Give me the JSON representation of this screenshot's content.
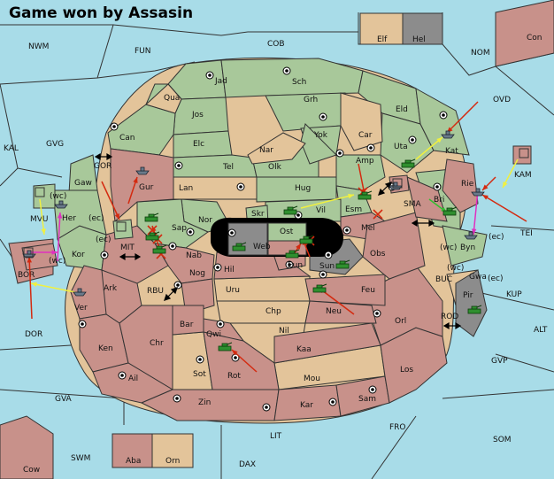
{
  "title": "Game won by Assasin",
  "colors": {
    "sea": "#a8dce8",
    "green": "#a8c89a",
    "tan": "#e3c49a",
    "rose": "#c8918a",
    "grey": "#8c8c8c",
    "border": "#333333",
    "arrow_red": "#d42a10",
    "arrow_yellow": "#f0f040",
    "arrow_pink": "#e030c0",
    "arrow_green": "#30c030"
  },
  "labels": {
    "nwm": "NWM",
    "fun": "FUN",
    "cob": "COB",
    "nom": "NOM",
    "con": "Con",
    "elf": "Elf",
    "hel": "Hel",
    "ovd": "OVD",
    "kal": "KAL",
    "gvg": "GVG",
    "kam": "KAM",
    "tei": "TEI",
    "mvu": "MVU",
    "bor": "BOR",
    "dor": "DOR",
    "gva": "GVA",
    "swm": "SWM",
    "cow": "Cow",
    "aba": "Aba",
    "orn": "Orn",
    "dax": "DAX",
    "lit": "LIT",
    "fro": "FRO",
    "som": "SOM",
    "gvp": "GVP",
    "alt": "ALT",
    "kup": "KUP",
    "rod": "ROD",
    "buc": "BUC",
    "pir": "Pir",
    "gwa": "Gwa",
    "gwa_ec": "(ec)",
    "buc_wc": "(wc)",
    "byn": "Byn",
    "byn_ec": "(ec)",
    "byn_wc": "(wc)",
    "rie": "Rie",
    "bri": "Bri",
    "sma": "SMA",
    "kat": "Kat",
    "uta": "Uta",
    "eld": "Eld",
    "ovd2": "",
    "jad": "Jad",
    "sch": "Sch",
    "qua": "Qua",
    "jos": "Jos",
    "grh": "Grh",
    "can": "Can",
    "elc": "Elc",
    "nar": "Nar",
    "yok": "Yok",
    "car": "Car",
    "amp": "Amp",
    "tel": "Tel",
    "olk": "Olk",
    "gor": "GOR",
    "gaw": "Gaw",
    "gur": "Gur",
    "lan": "Lan",
    "hug": "Hug",
    "esm": "Esm",
    "vil": "Vil",
    "her": "Her",
    "her_wc": "(wc)",
    "her_ec": "(ec)",
    "nor": "Nor",
    "skr": "Skr",
    "sap": "Sap",
    "web": "Web",
    "ost": "Ost",
    "mel": "Mel",
    "kor": "Kor",
    "kor_ec": "(ec)",
    "kor_wc": "(wc)",
    "mit": "MIT",
    "nab": "Nab",
    "eun": "Eun",
    "sun": "Sun",
    "obs": "Obs",
    "hil": "Hil",
    "nog": "Nog",
    "rbu": "RBU",
    "uru": "Uru",
    "feu": "Feu",
    "ark": "Ark",
    "ver": "Ver",
    "chp": "Chp",
    "neu": "Neu",
    "orl": "Orl",
    "bar": "Bar",
    "qwi": "Qwi",
    "nil": "Nil",
    "chr": "Chr",
    "ken": "Ken",
    "kaa": "Kaa",
    "los": "Los",
    "sot": "Sot",
    "rot": "Rot",
    "mou": "Mou",
    "ail": "Ail",
    "zin": "Zin",
    "kar": "Kar",
    "sam": "Sam"
  }
}
